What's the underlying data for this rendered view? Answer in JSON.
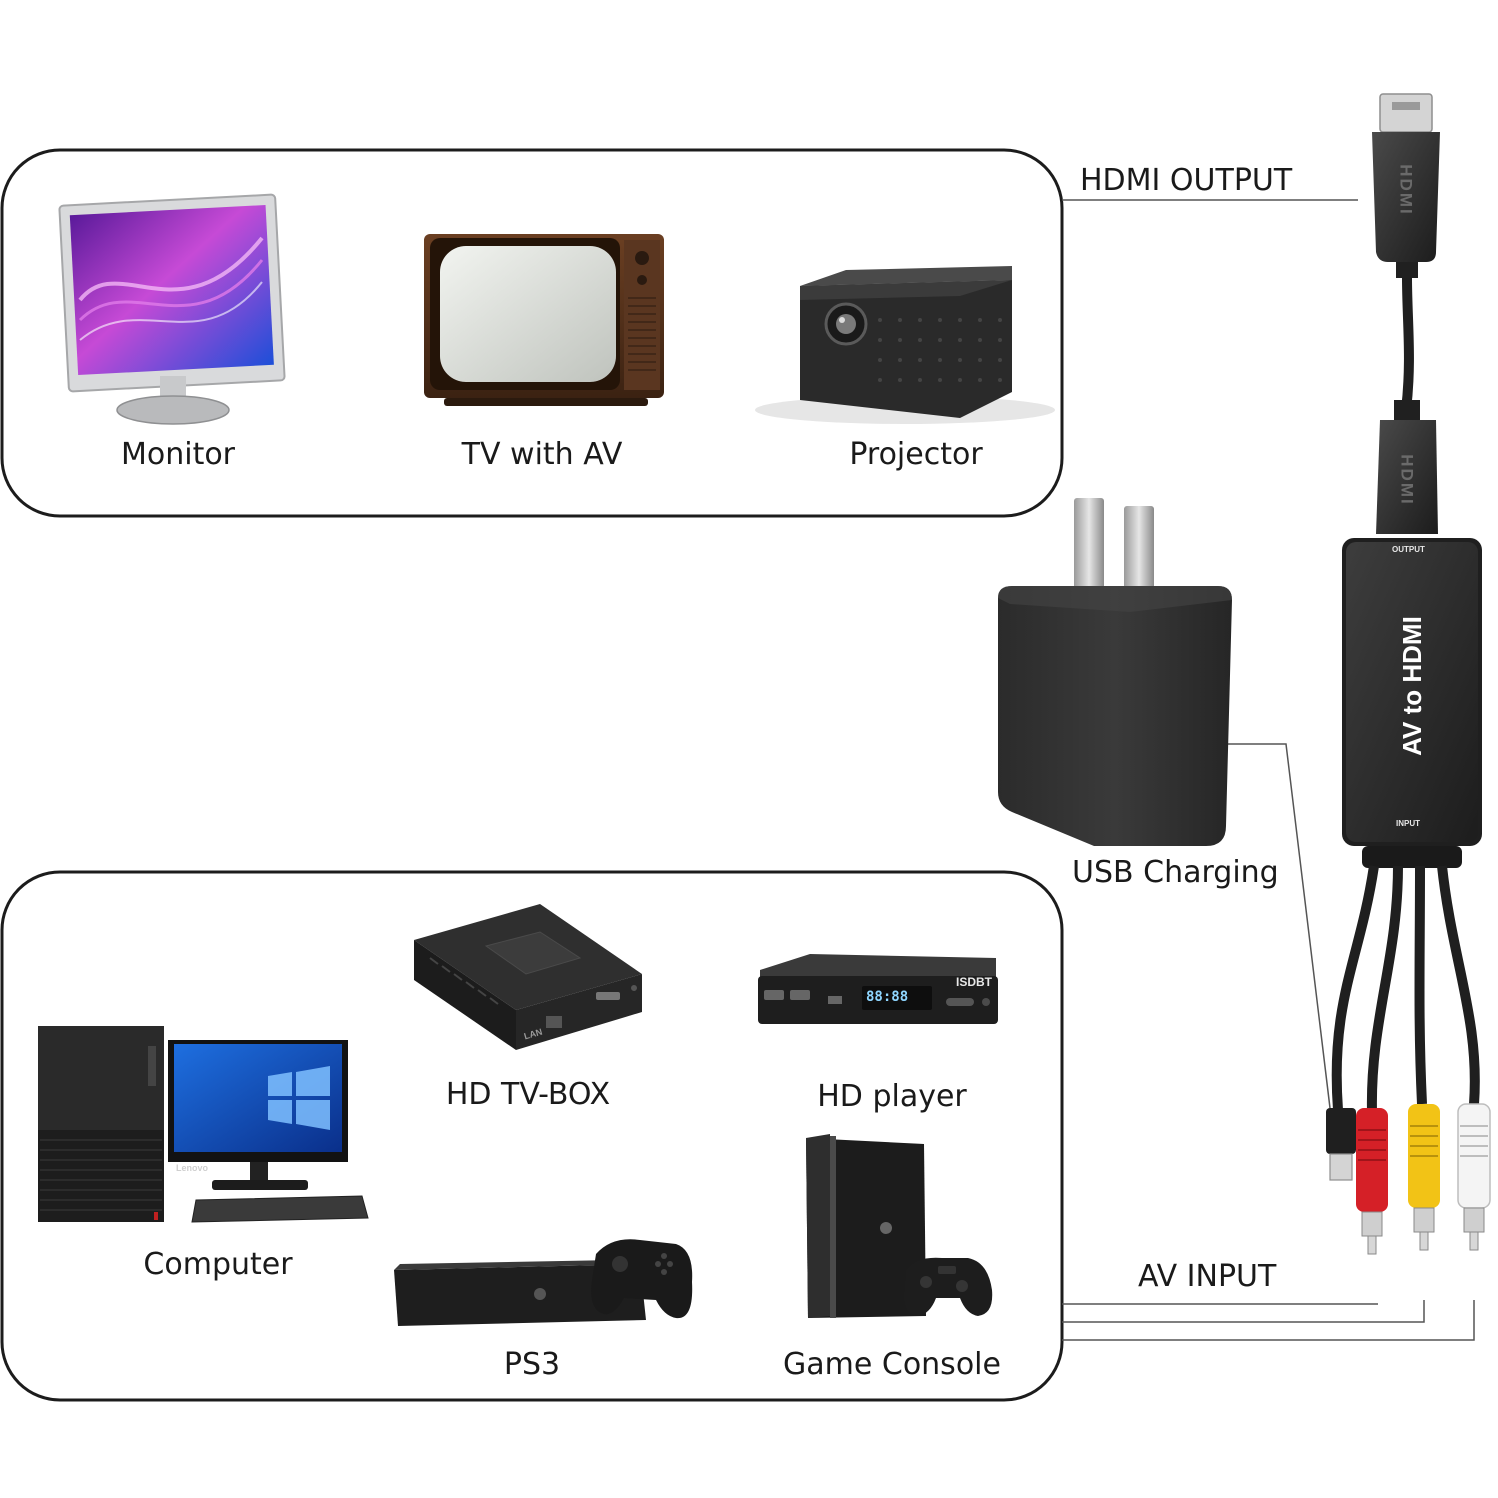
{
  "labels": {
    "hdmi_output": "HDMI OUTPUT",
    "av_input": "AV INPUT",
    "usb_charging": "USB Charging"
  },
  "output_devices": [
    {
      "label": "Monitor"
    },
    {
      "label": "TV with AV"
    },
    {
      "label": "Projector"
    }
  ],
  "input_devices": [
    {
      "label": "HD TV-BOX"
    },
    {
      "label": "HD player"
    },
    {
      "label": "Computer"
    },
    {
      "label": "PS3"
    },
    {
      "label": "Game Console"
    }
  ],
  "adapter": {
    "title": "AV to HDMI",
    "output_port": "OUTPUT",
    "input_port": "INPUT",
    "plug_mark": "HDMI"
  },
  "device_text": {
    "player_brand": "ISDBT",
    "player_display": "88:88",
    "monitor_brand": "Lenovo",
    "tvbox_port": "LAN"
  },
  "cable_colors": {
    "red": "#d52027",
    "yellow": "#f2c316",
    "white": "#f4f4f4",
    "body": "#262626"
  }
}
